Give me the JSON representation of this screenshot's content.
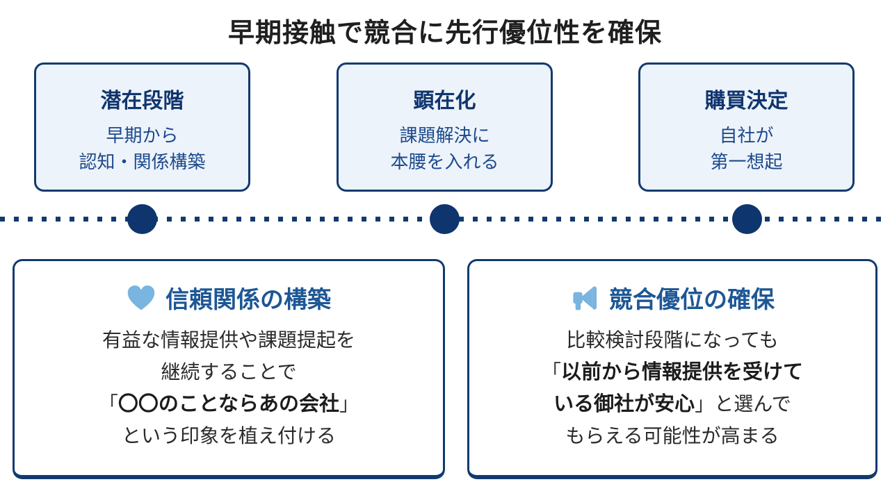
{
  "title": "早期接触で競合に先行優位性を確保",
  "colors": {
    "navy_border": "#123a6f",
    "navy_dot": "#0f356e",
    "stage_name_text": "#0f356e",
    "stage_desc_text": "#1c4a8c",
    "stage_background": "#edf3fa",
    "benefit_title_text": "#1d5795",
    "icon_light_blue": "#7ab4e0",
    "body_text": "#2a2a2a",
    "title_text": "#1f1f1f"
  },
  "stages": [
    {
      "name": "潜在段階",
      "desc_line1": "早期から",
      "desc_line2": "認知・関係構築"
    },
    {
      "name": "顕在化",
      "desc_line1": "課題解決に",
      "desc_line2": "本腰を入れる"
    },
    {
      "name": "購買決定",
      "desc_line1": "自社が",
      "desc_line2": "第一想起"
    }
  ],
  "benefits": [
    {
      "icon": "heart",
      "title": "信頼関係の構築",
      "line1": "有益な情報提供や課題提起を",
      "line2": "継続することで",
      "line3_open": "「",
      "line3_bold": "〇〇のことならあの会社",
      "line3_close": "」",
      "line4": "という印象を植え付ける"
    },
    {
      "icon": "megaphone",
      "title": "競合優位の確保",
      "line1": "比較検討段階になっても",
      "line2_open": "「",
      "line2_bold": "以前から情報提供を受けて",
      "line3_bold": "いる御社が安心",
      "line3_close": "」",
      "line3_rest": "と選んで",
      "line4": "もらえる可能性が高まる"
    }
  ]
}
